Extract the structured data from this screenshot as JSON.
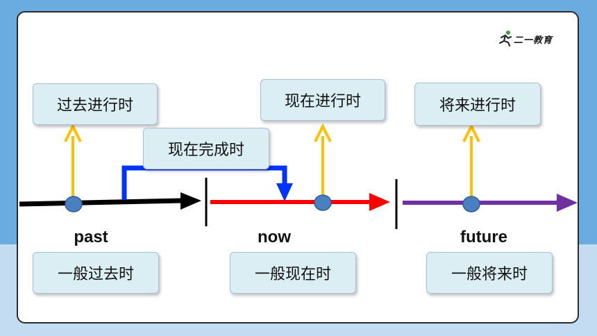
{
  "logo": {
    "text": "二一教育",
    "icon": "runner-icon"
  },
  "boxes": {
    "past_progressive": "过去进行时",
    "present_perfect": "现在完成时",
    "present_progressive": "现在进行时",
    "future_progressive": "将来进行时",
    "simple_past": "一般过去时",
    "simple_present": "一般现在时",
    "simple_future": "一般将来时"
  },
  "labels": {
    "past": "past",
    "now": "now",
    "future": "future"
  },
  "colors": {
    "background": "#6aace0",
    "past_arrow": "#000000",
    "now_arrow": "#ff0000",
    "future_arrow": "#7030a0",
    "perfect_bracket": "#0033ff",
    "up_arrows": "#ffc000",
    "dots": "#4a7fc0",
    "box_fill": "#daeef3"
  }
}
